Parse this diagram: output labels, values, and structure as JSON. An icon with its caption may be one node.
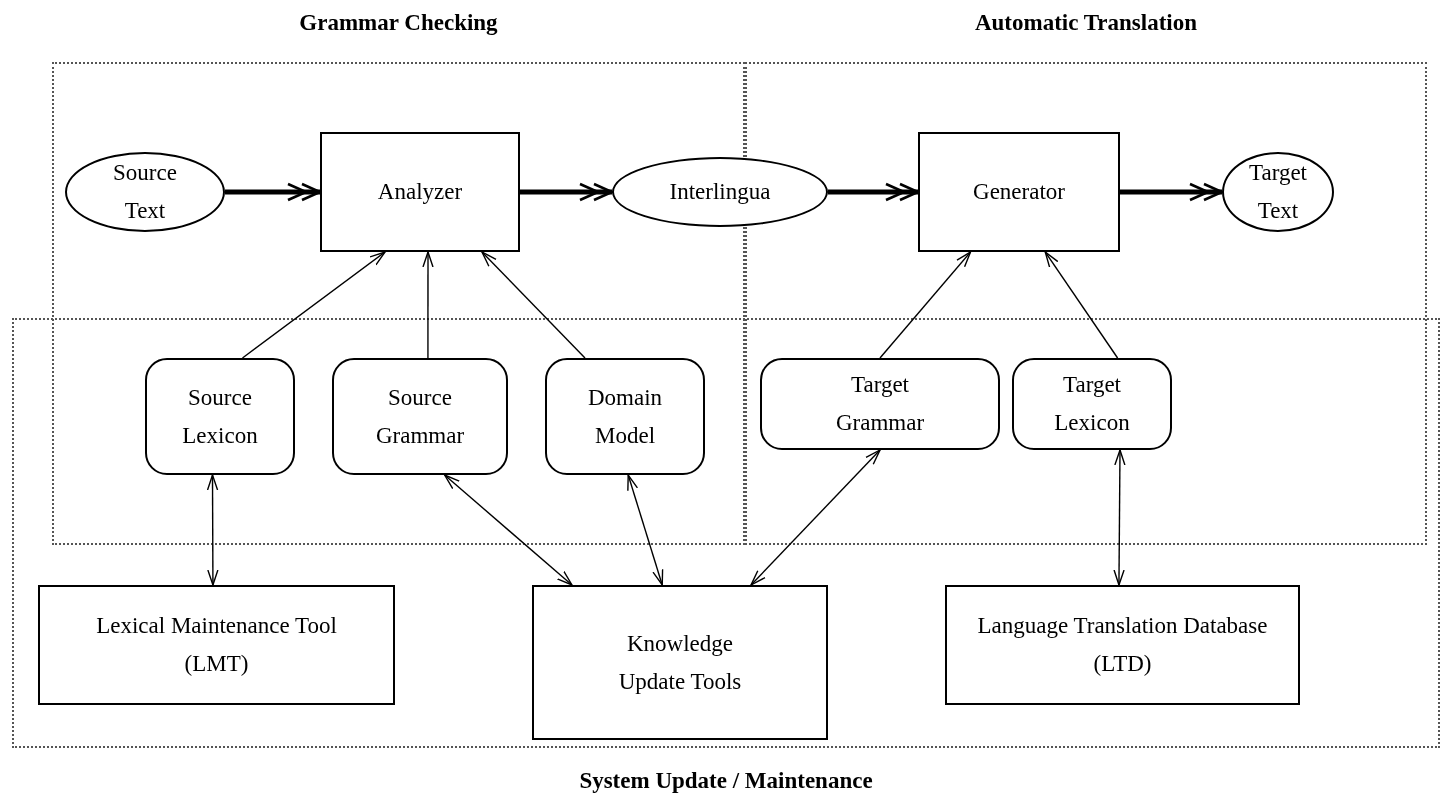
{
  "diagram": {
    "nodes": [
      {
        "text": [
          "Grammar Checking"
        ]
      },
      {
        "text": [
          "Automatic Translation"
        ]
      },
      {
        "text": [
          "System Update / Maintenance"
        ]
      },
      {
        "text": [
          "Source Text"
        ],
        "in": 0
      },
      {
        "text": [
          "Analyzer"
        ],
        "in": 0
      },
      {
        "text": [
          "Interlingua"
        ]
      },
      {
        "text": [
          "Generator"
        ],
        "in": 1
      },
      {
        "text": [
          "Target Text"
        ],
        "in": 1
      },
      {
        "text": [
          "Source Lexicon"
        ]
      },
      {
        "text": [
          "Source Grammar"
        ]
      },
      {
        "text": [
          "Domain Model"
        ]
      },
      {
        "text": [
          "Target Grammar"
        ]
      },
      {
        "text": [
          "Target Lexicon"
        ]
      },
      {
        "text": [
          "Lexical Maintenance Tool (LMT)"
        ],
        "in": 2
      },
      {
        "text": [
          "Knowledge Update Tools"
        ],
        "in": 2
      },
      {
        "text": [
          "Language Translation Database (LTD)"
        ],
        "in": 2
      }
    ],
    "edges": [
      {
        "from": 3,
        "to": 4,
        "arrow": "to",
        "style": "thick"
      },
      {
        "from": 4,
        "to": 5,
        "arrow": "to",
        "style": "thick"
      },
      {
        "from": 5,
        "to": 6,
        "arrow": "to",
        "style": "thick"
      },
      {
        "from": 6,
        "to": 7,
        "arrow": "to",
        "style": "thick"
      },
      {
        "from": 8,
        "to": 4,
        "arrow": "to"
      },
      {
        "from": 9,
        "to": 4,
        "arrow": "to"
      },
      {
        "from": 10,
        "to": 4,
        "arrow": "to"
      },
      {
        "from": 11,
        "to": 6,
        "arrow": "to"
      },
      {
        "from": 12,
        "to": 6,
        "arrow": "to"
      },
      {
        "from": 8,
        "to": 13,
        "arrow": "both"
      },
      {
        "from": 9,
        "to": 14,
        "arrow": "both"
      },
      {
        "from": 10,
        "to": 14,
        "arrow": "both"
      },
      {
        "from": 11,
        "to": 14,
        "arrow": "both"
      },
      {
        "from": 12,
        "to": 15,
        "arrow": "both"
      }
    ]
  }
}
